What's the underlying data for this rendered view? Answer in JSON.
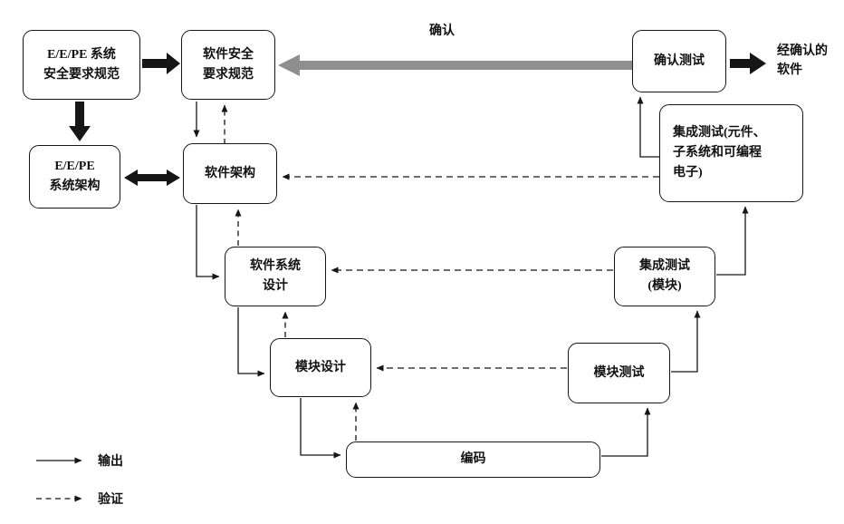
{
  "diagram": {
    "title": "software-safety-lifecycle-v-model",
    "boxes": {
      "eepe_system_safety_req": "E/E/PE 系统\n安全要求规范",
      "software_safety_req": "软件安全\n要求规范",
      "eepe_system_arch": "E/E/PE\n系统架构",
      "software_arch": "软件架构",
      "software_system_design": "软件系统\n设计",
      "module_design": "模块设计",
      "coding": "编码",
      "module_testing": "模块测试",
      "integration_testing_module": "集成测试\n(模块)",
      "integration_testing_pe": "集成测试(元件、\n子系统和可编程\n电子)",
      "validation_testing": "确认测试"
    },
    "labels": {
      "validation": "确认",
      "validated_software": "经确认的\n软件"
    },
    "legend": {
      "output": "输出",
      "verification": "验证"
    },
    "colors": {
      "line": "#161616",
      "box_fill": "#ffffff",
      "validation_arrow_gray": "#8f8f8f"
    }
  }
}
